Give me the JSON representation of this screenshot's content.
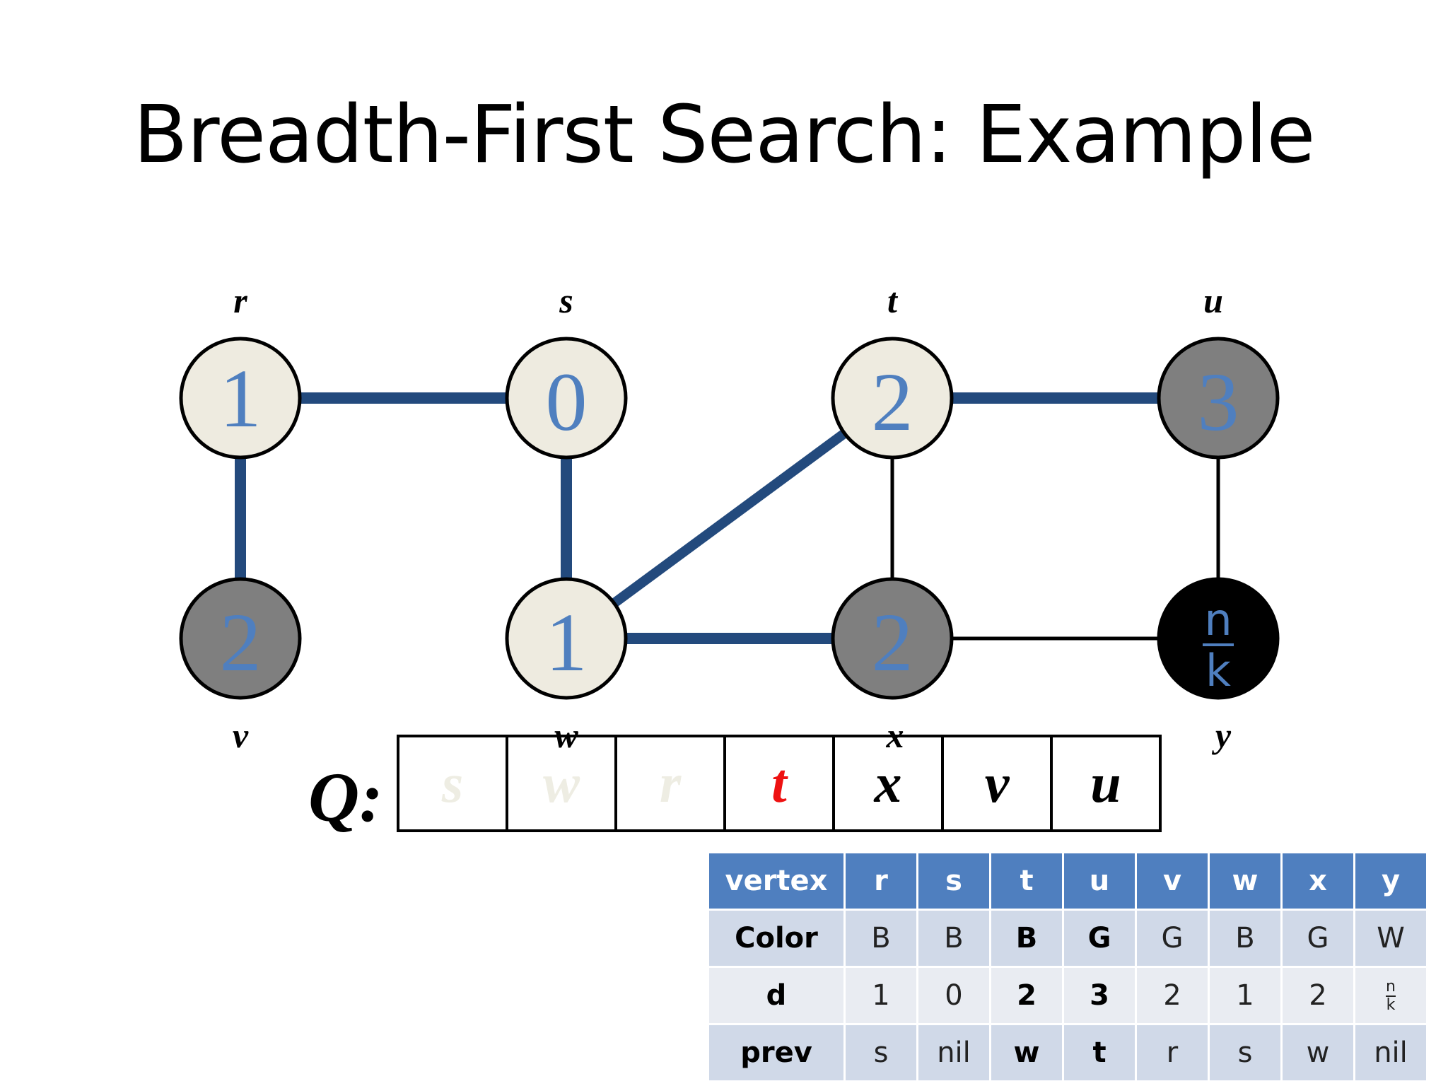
{
  "slide": {
    "title": "Breadth-First Search: Example"
  },
  "graph": {
    "vertex_labels": {
      "r": "r",
      "s": "s",
      "t": "t",
      "u": "u",
      "v": "v",
      "w": "w",
      "x": "x",
      "y": "y"
    },
    "nodes": {
      "r": {
        "value": "1",
        "color": "#eeebe0"
      },
      "s": {
        "value": "0",
        "color": "#eeebe0"
      },
      "t": {
        "value": "2",
        "color": "#eeebe0"
      },
      "u": {
        "value": "3",
        "color": "#7f7f7f"
      },
      "v": {
        "value": "2",
        "color": "#7f7f7f"
      },
      "w": {
        "value": "1",
        "color": "#eeebe0"
      },
      "x": {
        "value": "2",
        "color": "#7f7f7f"
      },
      "y": {
        "value_num": "n",
        "value_den": "k",
        "color": "#000000"
      }
    },
    "tree_edge_color": "#234a7d",
    "plain_edge_color": "#000000",
    "number_color": "#4f7fbf"
  },
  "queue": {
    "label": "Q:",
    "cells": [
      "s",
      "w",
      "r",
      "t",
      "x",
      "v",
      "u"
    ],
    "done_color": "#eeede3",
    "current_color": "#ee1111"
  },
  "table": {
    "header": [
      "vertex",
      "r",
      "s",
      "t",
      "u",
      "v",
      "w",
      "x",
      "y"
    ],
    "rows": [
      {
        "label": "Color",
        "cells": [
          "B",
          "B",
          "B",
          "G",
          "G",
          "B",
          "G",
          "W"
        ]
      },
      {
        "label": "d",
        "cells": [
          "1",
          "0",
          "2",
          "3",
          "2",
          "1",
          "2"
        ],
        "last_num": "n",
        "last_den": "k"
      },
      {
        "label": "prev",
        "cells": [
          "s",
          "nil",
          "w",
          "t",
          "r",
          "s",
          "w",
          "nil"
        ]
      }
    ],
    "header_color": "#4f7fbf",
    "row_colors": [
      "#d0d9e8",
      "#e9ecf2"
    ]
  }
}
